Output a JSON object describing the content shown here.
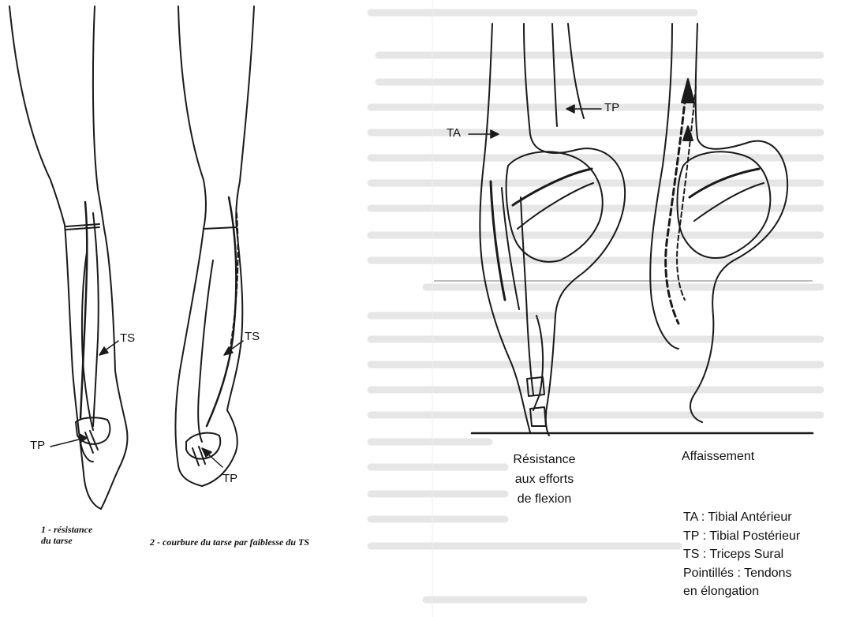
{
  "labels": {
    "ta": "TA",
    "tp": "TP",
    "ts": "TS"
  },
  "captions": {
    "fig1_line1": "1 - résistance",
    "fig1_line2": "du tarse",
    "fig2": "2 - courbure du tarse par faiblesse du TS",
    "right1_line1": "Résistance",
    "right1_line2": "aux efforts",
    "right1_line3": "de flexion",
    "right2": "Affaissement"
  },
  "legend": {
    "line1": "TA : Tibial Antérieur",
    "line2": "TP : Tibial Postérieur",
    "line3": "TS : Triceps Sural",
    "line4": "Pointillés : Tendons",
    "line5": "en élongation"
  },
  "colors": {
    "ink": "#1a1a1a",
    "bleed": "#c9c9c9"
  }
}
